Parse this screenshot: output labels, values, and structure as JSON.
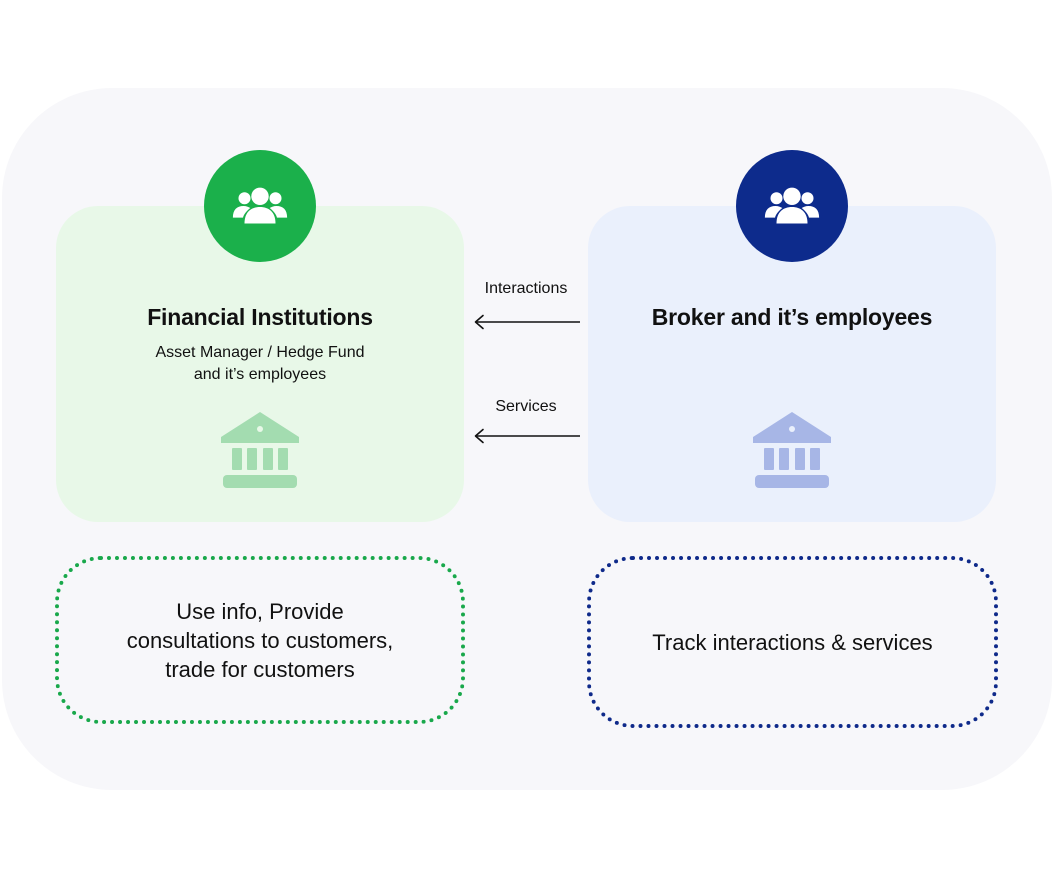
{
  "colors": {
    "panel_bg": "#f7f7fa",
    "left_card_bg": "#e8f8e8",
    "right_card_bg": "#eaf0fc",
    "left_accent": "#1bb04b",
    "right_accent": "#0d2b8c",
    "left_bank": "#a3dcb0",
    "right_bank": "#a7b6e6",
    "left_dotted": "#19a84b",
    "right_dotted": "#0f2a8a",
    "arrow": "#111111"
  },
  "left_card": {
    "icon": "people-group-icon",
    "title": "Financial Institutions",
    "subtitle_lines": [
      "Asset Manager / Hedge Fund",
      "and it’s employees"
    ],
    "bottom_icon": "bank-building-icon"
  },
  "right_card": {
    "icon": "people-group-icon",
    "title": "Broker and it’s employees",
    "bottom_icon": "bank-building-icon"
  },
  "arrows": [
    {
      "label": "Interactions",
      "direction": "left"
    },
    {
      "label": "Services",
      "direction": "left"
    }
  ],
  "left_box": {
    "lines": [
      "Use info, Provide",
      "consultations to customers,",
      "trade for customers"
    ]
  },
  "right_box": {
    "lines": [
      "Track interactions & services"
    ]
  }
}
